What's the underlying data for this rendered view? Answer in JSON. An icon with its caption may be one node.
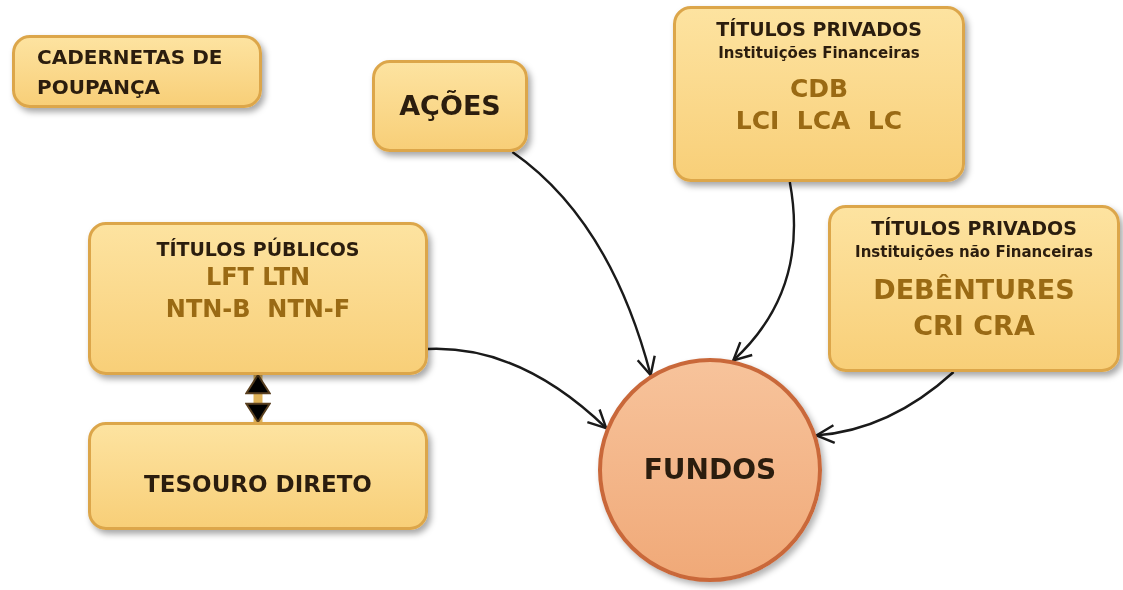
{
  "diagram": {
    "nodes": [
      {
        "text": [
          "CADERNETAS DE POUPANÇA"
        ]
      },
      {
        "text": [
          "AÇÕES"
        ]
      },
      {
        "text": [
          "TÍTULOS PRIVADOS",
          "Instituições Financeiras",
          "CDB",
          "LCI  LCA  LC"
        ]
      },
      {
        "text": [
          "TÍTULOS PÚBLICOS",
          "LFT LTN",
          "NTN-B  NTN-F"
        ]
      },
      {
        "text": [
          "TÍTULOS PRIVADOS",
          "Instituições não Financeiras",
          "DEBÊNTURES",
          "CRI CRA"
        ]
      },
      {
        "text": [
          "TESOURO DIRETO"
        ]
      },
      {
        "text": [
          "FUNDOS"
        ]
      }
    ],
    "edges": [
      {
        "from": 1,
        "to": 6,
        "arrow": "to"
      },
      {
        "from": 2,
        "to": 6,
        "arrow": "to"
      },
      {
        "from": 3,
        "to": 6,
        "arrow": "to"
      },
      {
        "from": 4,
        "to": 6,
        "arrow": "to"
      },
      {
        "from": 3,
        "to": 5,
        "arrow": "both",
        "style": "thick",
        "color": "#e0b45a"
      }
    ]
  }
}
